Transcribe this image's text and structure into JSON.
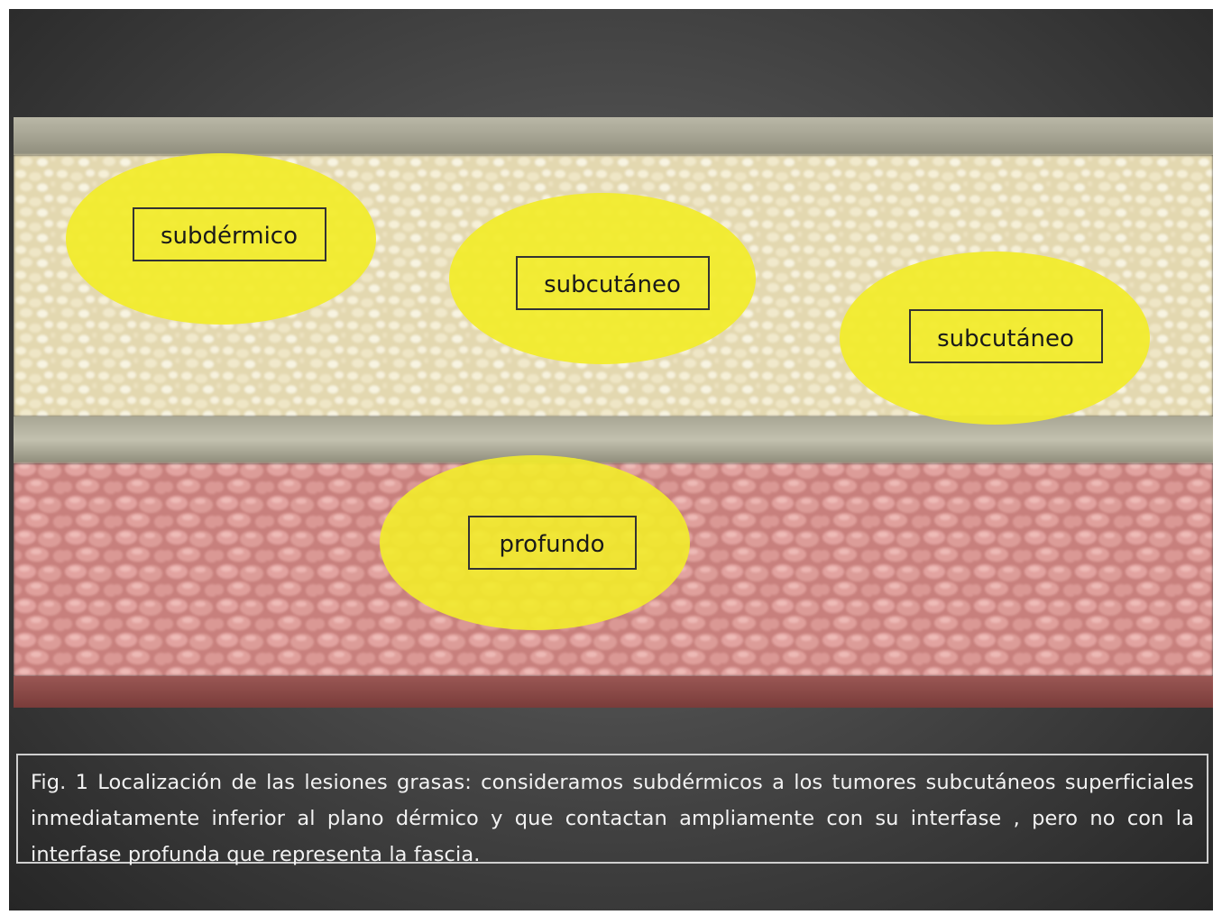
{
  "diagram": {
    "labels": {
      "subdermal": "subdérmico",
      "subcutaneous_1": "subcutáneo",
      "subcutaneous_2": "subcutáneo",
      "deep": "profundo"
    },
    "colors": {
      "lesion": "#f2ec2a",
      "fat_layer": "#e6dcb6",
      "muscle_layer": "#d89590",
      "fascia_band": "#9c9a88",
      "background_dark": "#3a3a3a"
    }
  },
  "caption": {
    "text": "Fig. 1 Localización de las lesiones grasas: consideramos subdérmicos a los tumores subcutáneos superficiales inmediatamente inferior al plano dérmico y que contactan ampliamente con su interfase , pero no con la interfase profunda que representa la fascia."
  }
}
